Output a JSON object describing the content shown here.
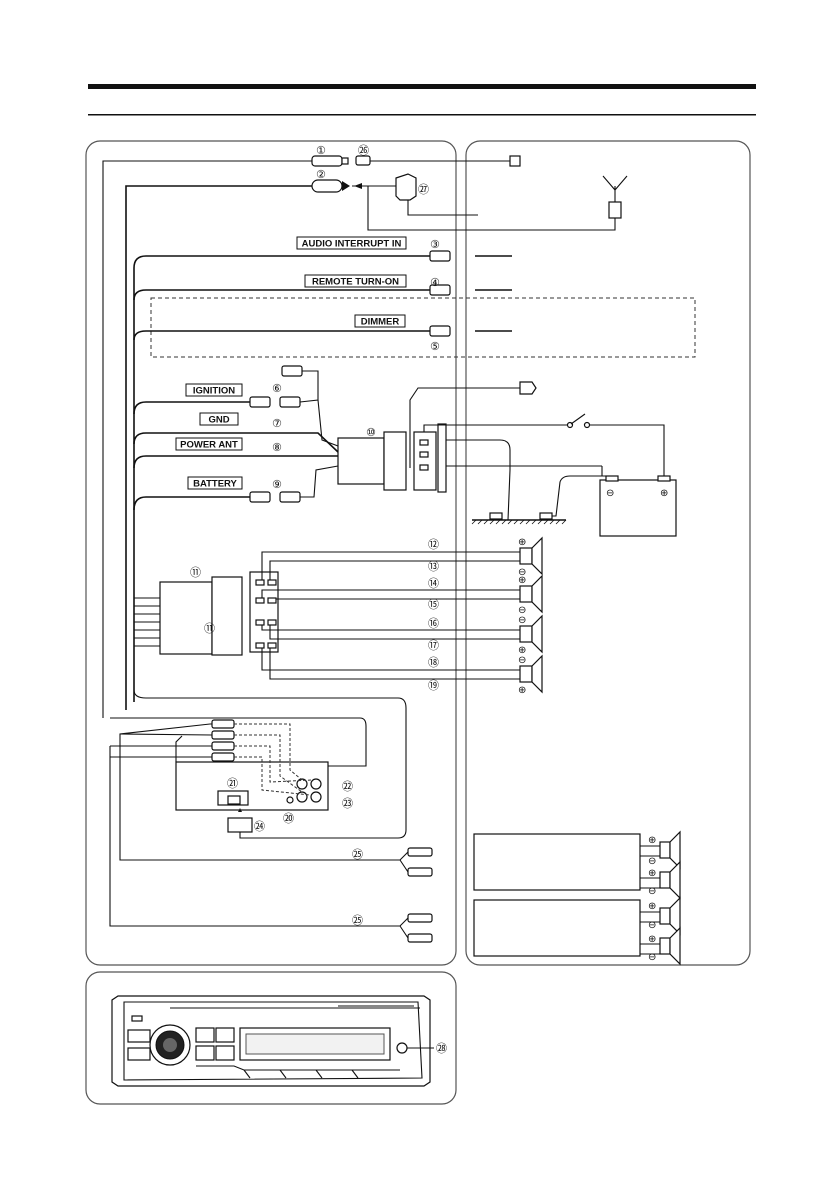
{
  "labels": {
    "audio_interrupt_in": "AUDIO INTERRUPT IN",
    "remote_turn_on": "REMOTE TURN-ON",
    "dimmer": "DIMMER",
    "ignition": "IGNITION",
    "gnd": "GND",
    "power_ant": "POWER ANT",
    "battery": "BATTERY"
  },
  "callouts": {
    "n1": "①",
    "n2": "②",
    "n3": "③",
    "n4": "④",
    "n5": "⑤",
    "n6": "⑥",
    "n7": "⑦",
    "n8": "⑧",
    "n9": "⑨",
    "n10": "⑩",
    "n11": "⑪",
    "n11b": "⑪",
    "n12": "⑫",
    "n13": "⑬",
    "n14": "⑭",
    "n15": "⑮",
    "n16": "⑯",
    "n17": "⑰",
    "n18": "⑱",
    "n19": "⑲",
    "n20": "⑳",
    "n21": "㉑",
    "n22": "㉒",
    "n23": "㉓",
    "n24": "㉔",
    "n25a": "㉕",
    "n25b": "㉕",
    "n26": "㉖",
    "n27": "㉗",
    "n28": "㉘"
  },
  "signs": {
    "plus": "⊕",
    "minus": "⊖"
  }
}
